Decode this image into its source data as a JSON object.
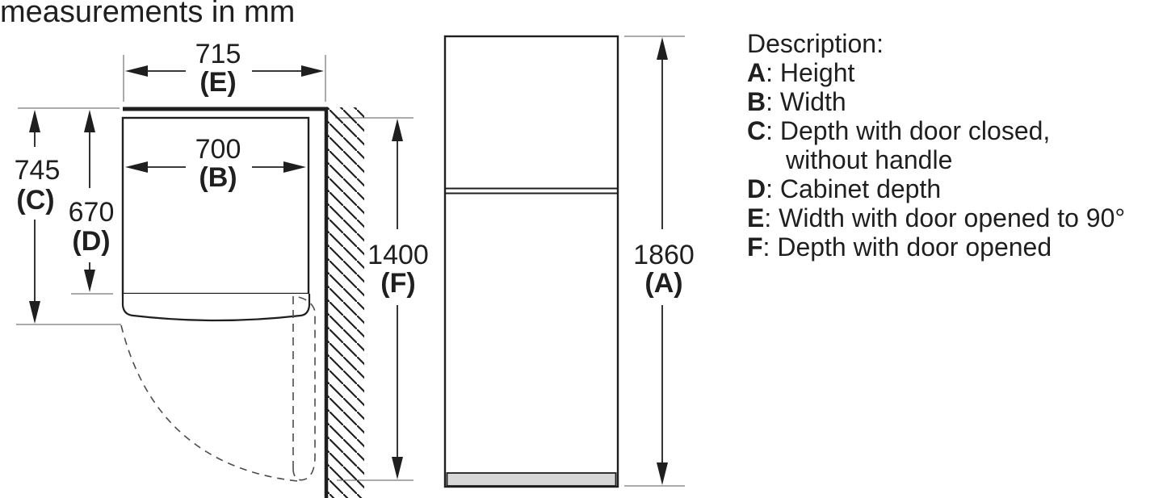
{
  "header": {
    "units_note": "measurements in mm"
  },
  "plan_view": {
    "dims": {
      "E": {
        "value": "715",
        "label": "(E)"
      },
      "B": {
        "value": "700",
        "label": "(B)"
      },
      "C": {
        "value": "745",
        "label": "(C)"
      },
      "D": {
        "value": "670",
        "label": "(D)"
      },
      "F": {
        "value": "1400",
        "label": "(F)"
      }
    }
  },
  "front_view": {
    "dims": {
      "A": {
        "value": "1860",
        "label": "(A)"
      }
    }
  },
  "description": {
    "title": "Description:",
    "separator": ": ",
    "items": [
      {
        "key": "A",
        "text": "Height"
      },
      {
        "key": "B",
        "text": "Width"
      },
      {
        "key": "C",
        "text": "Depth with door closed,",
        "text_line2": "without handle"
      },
      {
        "key": "D",
        "text": "Cabinet depth"
      },
      {
        "key": "E",
        "text": "Width with door opened to 90°"
      },
      {
        "key": "F",
        "text": "Depth with door opened"
      }
    ]
  },
  "colors": {
    "line": "#1f1f1f",
    "extension_line": "#8f8f8f",
    "dashed_line": "#4d4d4d",
    "plinth_fill": "#d7d7d7"
  }
}
